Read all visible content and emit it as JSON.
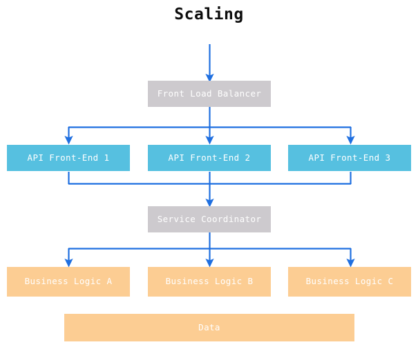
{
  "diagram": {
    "title": "Scaling",
    "background_color": "#ffffff",
    "title_color": "#0d0d0d",
    "connector_color": "#1f6fe0",
    "node_text_color": "#ffffff",
    "palette": {
      "gray": "#cdcace",
      "blue": "#56c0e0",
      "orange": "#fccd93"
    },
    "nodes": {
      "front_load_balancer": {
        "label": "Front Load Balancer",
        "color": "#cdcace"
      },
      "api_front_end_1": {
        "label": "API Front-End 1",
        "color": "#56c0e0"
      },
      "api_front_end_2": {
        "label": "API Front-End 2",
        "color": "#56c0e0"
      },
      "api_front_end_3": {
        "label": "API Front-End 3",
        "color": "#56c0e0"
      },
      "service_coordinator": {
        "label": "Service Coordinator",
        "color": "#cdcace"
      },
      "business_logic_a": {
        "label": "Business Logic A",
        "color": "#fccd93"
      },
      "business_logic_b": {
        "label": "Business Logic B",
        "color": "#fccd93"
      },
      "business_logic_c": {
        "label": "Business Logic C",
        "color": "#fccd93"
      },
      "data": {
        "label": "Data",
        "color": "#fccd93"
      }
    },
    "edges": [
      {
        "from": "entry",
        "to": "front_load_balancer"
      },
      {
        "from": "front_load_balancer",
        "to": "api_front_end_1"
      },
      {
        "from": "front_load_balancer",
        "to": "api_front_end_2"
      },
      {
        "from": "front_load_balancer",
        "to": "api_front_end_3"
      },
      {
        "from": "api_front_end_1",
        "to": "service_coordinator"
      },
      {
        "from": "api_front_end_2",
        "to": "service_coordinator"
      },
      {
        "from": "api_front_end_3",
        "to": "service_coordinator"
      },
      {
        "from": "service_coordinator",
        "to": "business_logic_a"
      },
      {
        "from": "service_coordinator",
        "to": "business_logic_b"
      },
      {
        "from": "service_coordinator",
        "to": "business_logic_c"
      }
    ]
  }
}
